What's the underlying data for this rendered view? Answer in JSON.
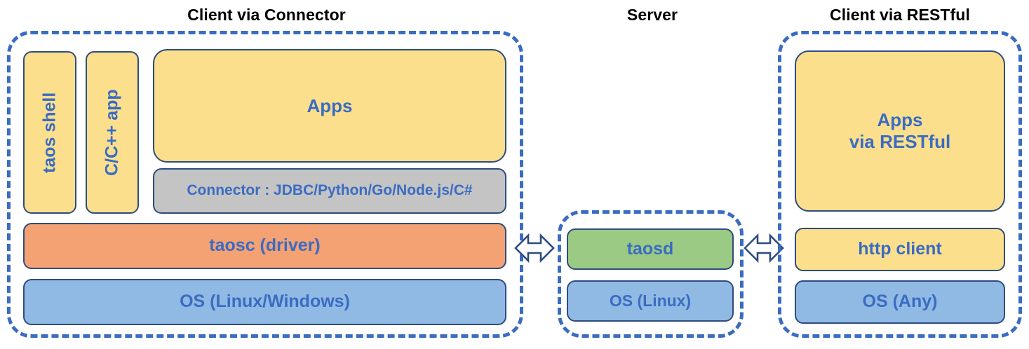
{
  "diagram": {
    "title_connector": "Client via Connector",
    "title_server": "Server",
    "title_restful": "Client via RESTful",
    "colors": {
      "dashed_border": "#3a6cc2",
      "box_border": "#2e4c7e",
      "text": "#3a6cc2",
      "title_text": "#000000",
      "yellow": "#fbdf8d",
      "orange": "#f4a173",
      "blue": "#90bae3",
      "green": "#9bca85",
      "gray": "#c4c4c4",
      "background": "#ffffff"
    }
  },
  "client_connector": {
    "taos_shell": "taos shell",
    "cpp_app": "C/C++ app",
    "apps": "Apps",
    "connector": "Connector : JDBC/Python/Go/Node.js/C#",
    "taosc": "taosc (driver)",
    "os": "OS (Linux/Windows)"
  },
  "server": {
    "taosd": "taosd",
    "os": "OS (Linux)"
  },
  "client_restful": {
    "apps_line1": "Apps",
    "apps_line2": "via RESTful",
    "http_client": "http client",
    "os": "OS (Any)"
  },
  "connections": {
    "left_arrow": "double-headed-arrow",
    "right_arrow": "double-headed-arrow"
  }
}
